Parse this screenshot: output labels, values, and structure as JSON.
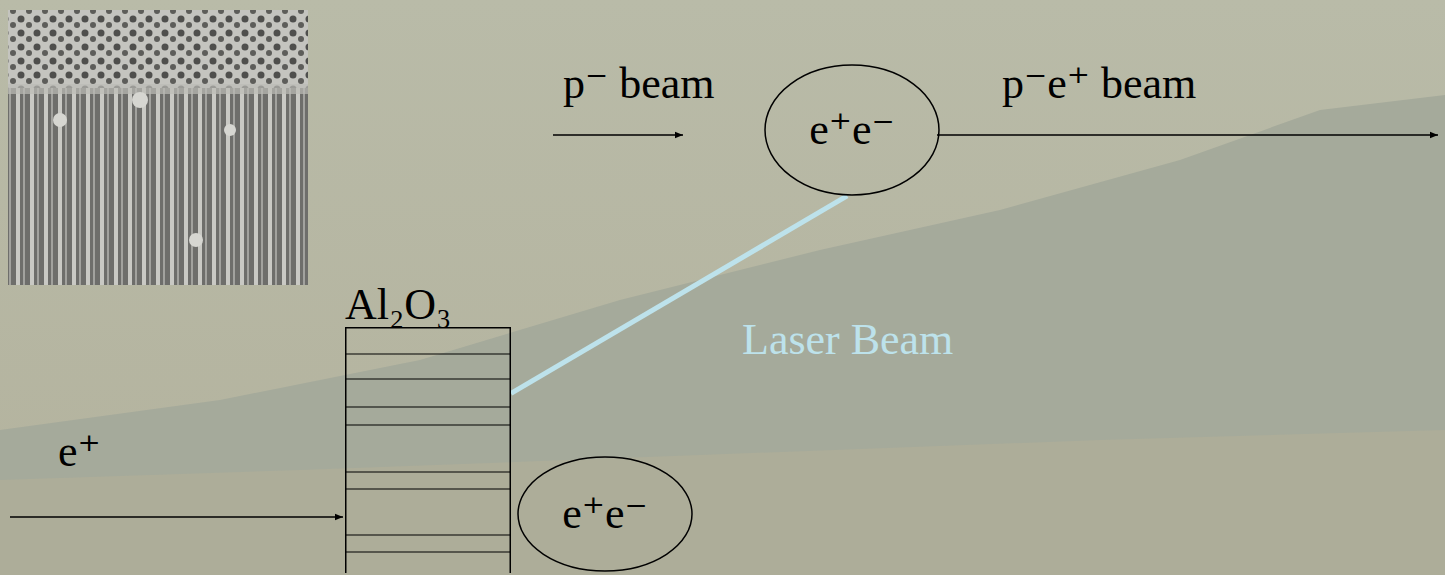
{
  "diagram": {
    "nodes": [
      {
        "text": [
          "e⁺e⁻"
        ]
      },
      {
        "text": [
          "Al₂O₃"
        ]
      },
      {
        "text": [
          "e⁺e⁻"
        ]
      }
    ],
    "edges": [
      {
        "from": 1,
        "to": 0,
        "arrow": "none",
        "label": "Laser Beam"
      }
    ],
    "labels": [
      "p⁻ beam",
      "p⁻e⁺ beam",
      "e⁺"
    ]
  }
}
